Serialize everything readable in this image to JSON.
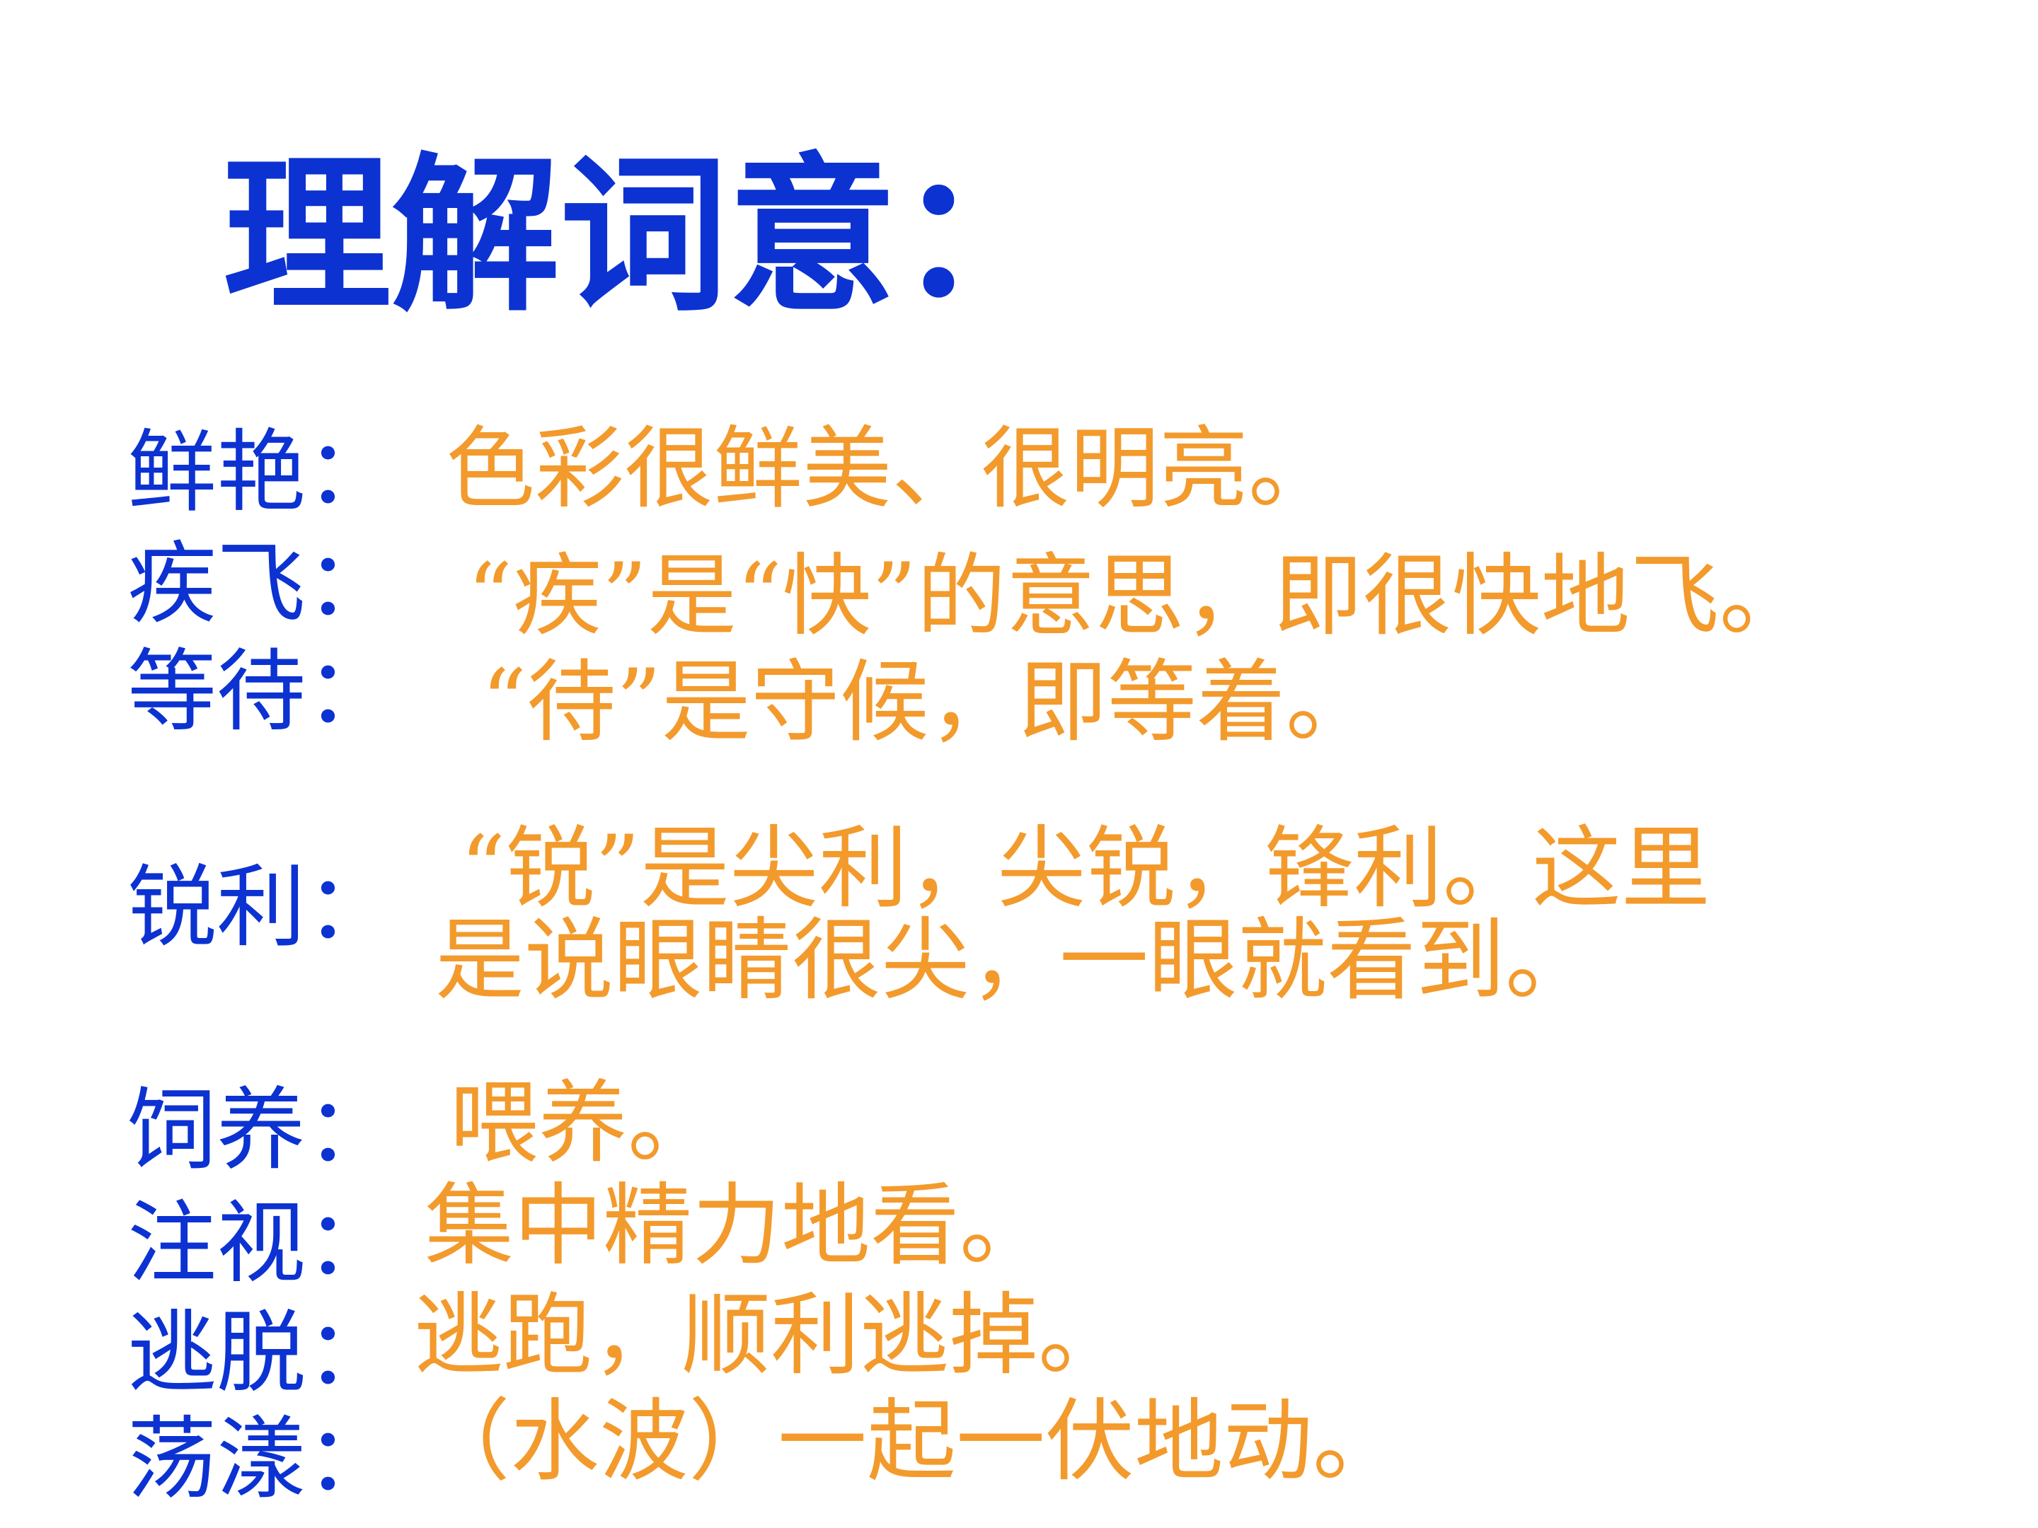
{
  "title": "理解词意：",
  "colors": {
    "title": "#0c32d2",
    "term": "#0c32d2",
    "definition": "#f39a2c",
    "background": "#ffffff"
  },
  "entries": [
    {
      "term": "鲜艳：",
      "definition": [
        "色彩很鲜美、很明亮。"
      ]
    },
    {
      "term": "疾飞：",
      "definition": [
        "“疾”是“快”的意思，即很快地飞。"
      ]
    },
    {
      "term": "等待：",
      "definition": [
        "“待”是守候，即等着。"
      ]
    },
    {
      "term": "锐利：",
      "definition": [
        "“锐”是尖利，尖锐，锋利。这里",
        "是说眼睛很尖，一眼就看到。"
      ]
    },
    {
      "term": "饲养：",
      "definition": [
        "喂养。"
      ]
    },
    {
      "term": "注视：",
      "definition": [
        "集中精力地看。"
      ]
    },
    {
      "term": "逃脱：",
      "definition": [
        "逃跑，顺利逃掉。"
      ]
    },
    {
      "term": "荡漾：",
      "definition": [
        "（水波）一起一伏地动。"
      ]
    }
  ]
}
